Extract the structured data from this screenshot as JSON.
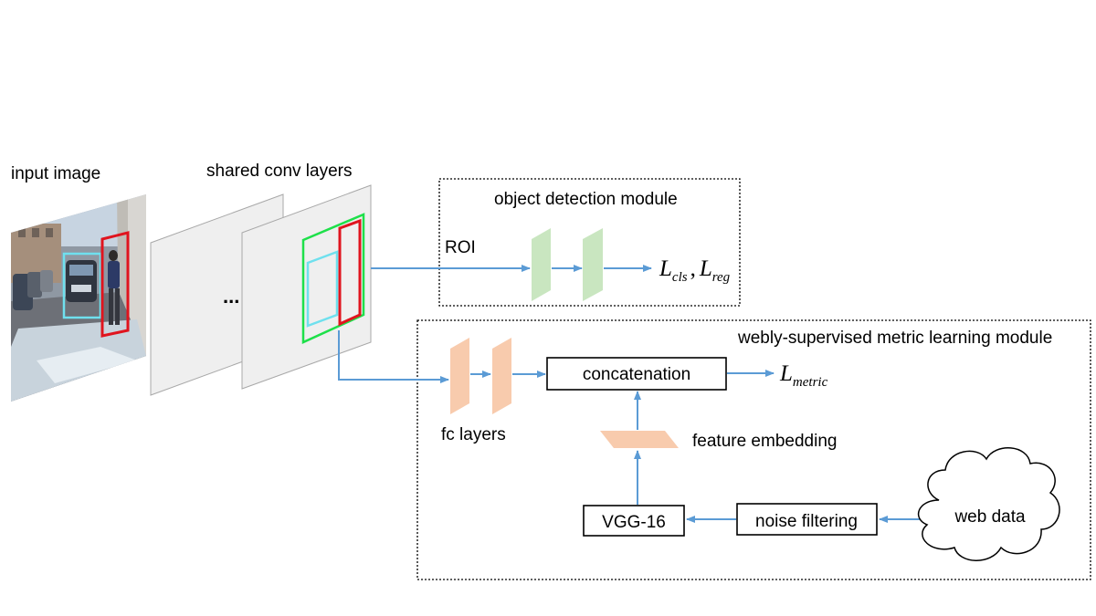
{
  "labels": {
    "input_image": "input image",
    "shared_conv": "shared conv layers",
    "ellipsis": "...",
    "roi": "ROI",
    "object_detection_module": "object detection module",
    "metric_module": "webly-supervised metric learning module",
    "fc_layers": "fc layers",
    "feature_embedding": "feature embedding"
  },
  "boxes": {
    "concatenation": "concatenation",
    "vgg16": "VGG-16",
    "noise_filtering": "noise filtering"
  },
  "cloud": {
    "label": "web data"
  },
  "losses": {
    "cls": {
      "main": "L",
      "sub": "cls"
    },
    "sep": ",",
    "reg": {
      "main": "L",
      "sub": "reg"
    },
    "metric": {
      "main": "L",
      "sub": "metric"
    }
  },
  "colors": {
    "arrow": "#5b9bd5",
    "green_plane": "#c9e6c0",
    "orange_plane": "#f8cbad",
    "conv_plane": "#efefef",
    "box_red": "#e0141e",
    "box_cyan": "#6fe0ee",
    "box_green": "#1ee04a"
  }
}
